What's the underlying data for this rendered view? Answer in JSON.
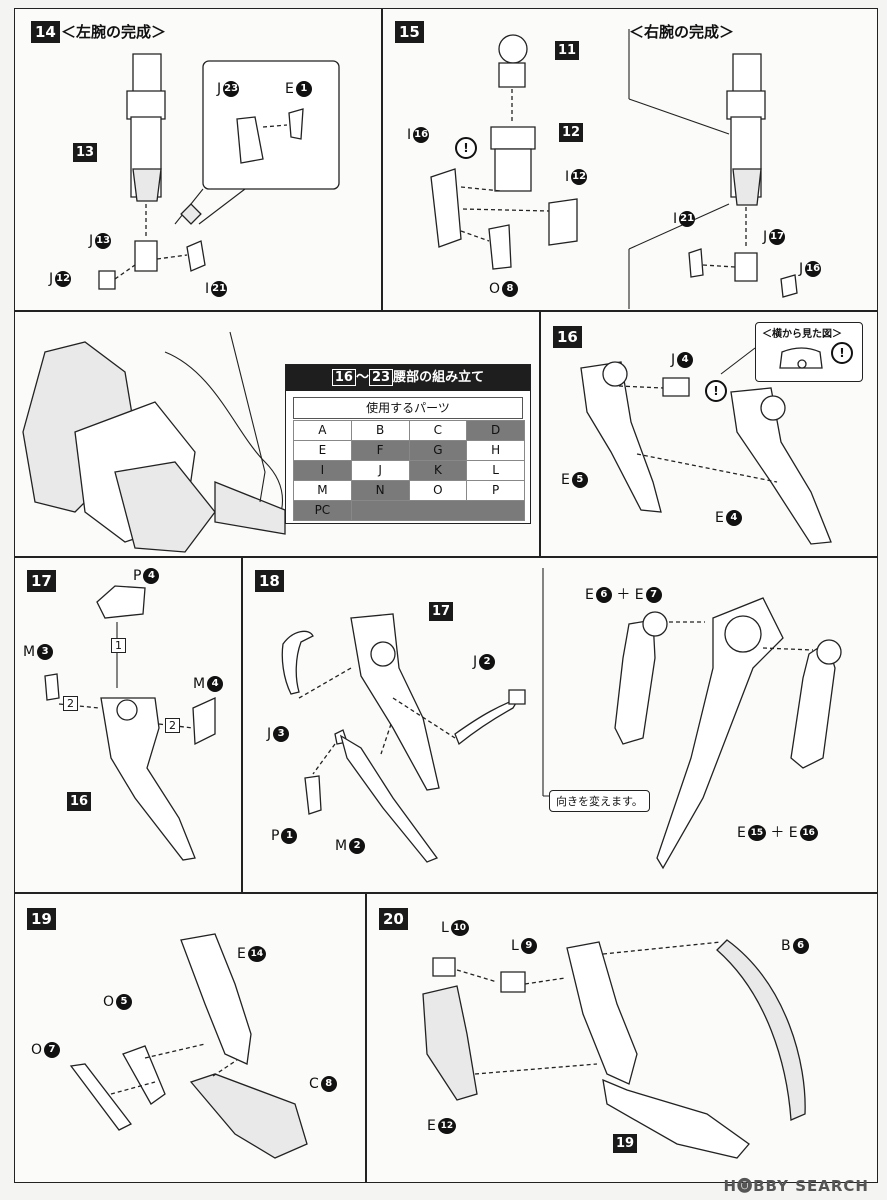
{
  "step14": {
    "num": "14",
    "title": "＜左腕の完成＞",
    "ref13": "13",
    "j23": "J",
    "j23n": "23",
    "e1": "E",
    "e1n": "1",
    "j13": "J",
    "j13n": "13",
    "j12": "J",
    "j12n": "12",
    "i21": "I",
    "i21n": "21"
  },
  "step15": {
    "num": "15",
    "title": "＜右腕の完成＞",
    "ref11": "11",
    "ref12": "12",
    "i16": "I",
    "i16n": "16",
    "i12": "I",
    "i12n": "12",
    "o8": "O",
    "o8n": "8",
    "i21": "I",
    "i21n": "21",
    "j17": "J",
    "j17n": "17",
    "j16": "J",
    "j16n": "16"
  },
  "parts": {
    "header_from": "16",
    "header_sep": "〜",
    "header_to": "23",
    "header_text": "腰部の組み立て",
    "sub": "使用するパーツ",
    "cells": [
      {
        "t": "A",
        "dark": false
      },
      {
        "t": "B",
        "dark": false
      },
      {
        "t": "C",
        "dark": false
      },
      {
        "t": "D",
        "dark": true
      },
      {
        "t": "E",
        "dark": false
      },
      {
        "t": "F",
        "dark": true
      },
      {
        "t": "G",
        "dark": true
      },
      {
        "t": "H",
        "dark": false
      },
      {
        "t": "I",
        "dark": true
      },
      {
        "t": "J",
        "dark": false
      },
      {
        "t": "K",
        "dark": true
      },
      {
        "t": "L",
        "dark": false
      },
      {
        "t": "M",
        "dark": false
      },
      {
        "t": "N",
        "dark": true
      },
      {
        "t": "O",
        "dark": false
      },
      {
        "t": "P",
        "dark": false
      }
    ],
    "pc": "PC"
  },
  "step16": {
    "num": "16",
    "side_view": "＜横から見た図＞",
    "j4": "J",
    "j4n": "4",
    "e5": "E",
    "e5n": "5",
    "e4": "E",
    "e4n": "4"
  },
  "step17": {
    "num": "17",
    "p4": "P",
    "p4n": "4",
    "m3": "M",
    "m3n": "3",
    "m4": "M",
    "m4n": "4",
    "ref16": "16",
    "seq1": "1",
    "seq2a": "2",
    "seq2b": "2"
  },
  "step18": {
    "num": "18",
    "ref17": "17",
    "j2": "J",
    "j2n": "2",
    "j3": "J",
    "j3n": "3",
    "p1": "P",
    "p1n": "1",
    "m2": "M",
    "m2n": "2",
    "e6": "E",
    "e6n": "6",
    "plus1": "＋",
    "e7": "E",
    "e7n": "7",
    "turn": "向きを変えます。",
    "e15": "E",
    "e15n": "15",
    "plus2": "＋",
    "e16": "E",
    "e16n": "16"
  },
  "step19": {
    "num": "19",
    "e14": "E",
    "e14n": "14",
    "o5": "O",
    "o5n": "5",
    "o7": "O",
    "o7n": "7",
    "c8": "C",
    "c8n": "8"
  },
  "step20": {
    "num": "20",
    "l10": "L",
    "l10n": "10",
    "l9": "L",
    "l9n": "9",
    "b6": "B",
    "b6n": "6",
    "e12": "E",
    "e12n": "12",
    "ref19": "19"
  },
  "watermark": "H🅞BBY SEARCH"
}
